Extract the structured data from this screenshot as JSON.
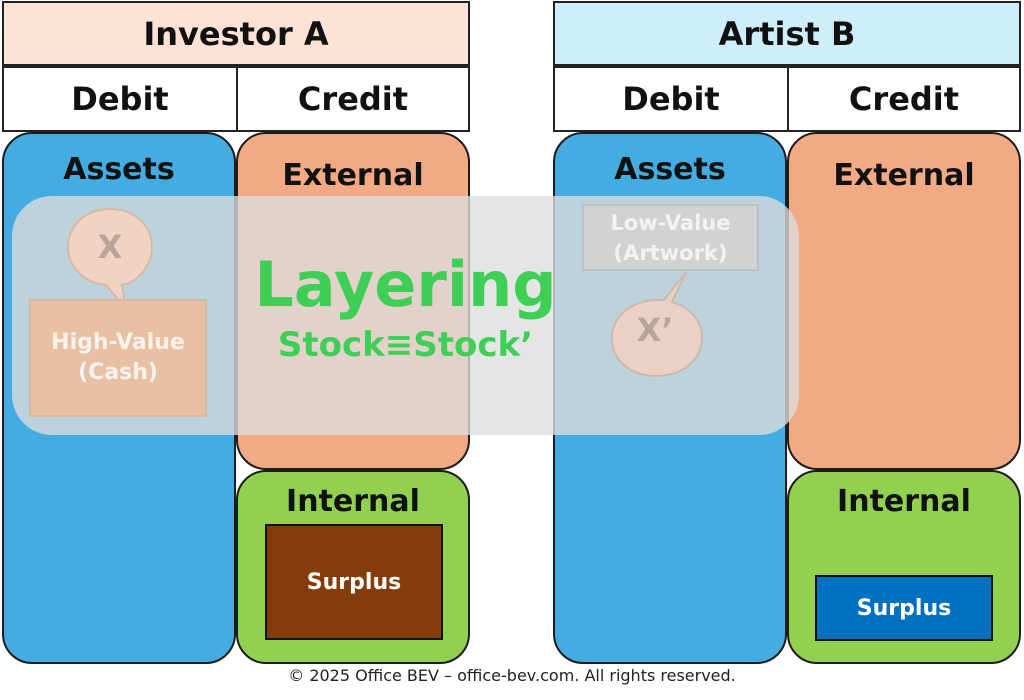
{
  "investor": {
    "title": "Investor A",
    "debit": "Debit",
    "credit": "Credit",
    "assets": "Assets",
    "external": "External",
    "internal": "Internal",
    "bubble": "X",
    "value_line1": "High-Value",
    "value_line2": "(Cash)",
    "surplus": "Surplus"
  },
  "artist": {
    "title": "Artist B",
    "debit": "Debit",
    "credit": "Credit",
    "assets": "Assets",
    "external": "External",
    "internal": "Internal",
    "bubble": "X’",
    "value_line1": "Low-Value",
    "value_line2": "(Artwork)",
    "surplus": "Surplus"
  },
  "overlay": {
    "title": "Layering",
    "subtitle": "Stock≡Stock’"
  },
  "footer": "© 2025 Office BEV – office-bev.com. All rights reserved.",
  "colors": {
    "investor_header": "#fce3d6",
    "artist_header": "#cdeefa",
    "assets": "#44ace0",
    "external": "#f2aa84",
    "internal": "#92d050",
    "surplus_investor": "#843c0c",
    "surplus_artist": "#0070c0",
    "layering_text": "#3fcf57"
  }
}
